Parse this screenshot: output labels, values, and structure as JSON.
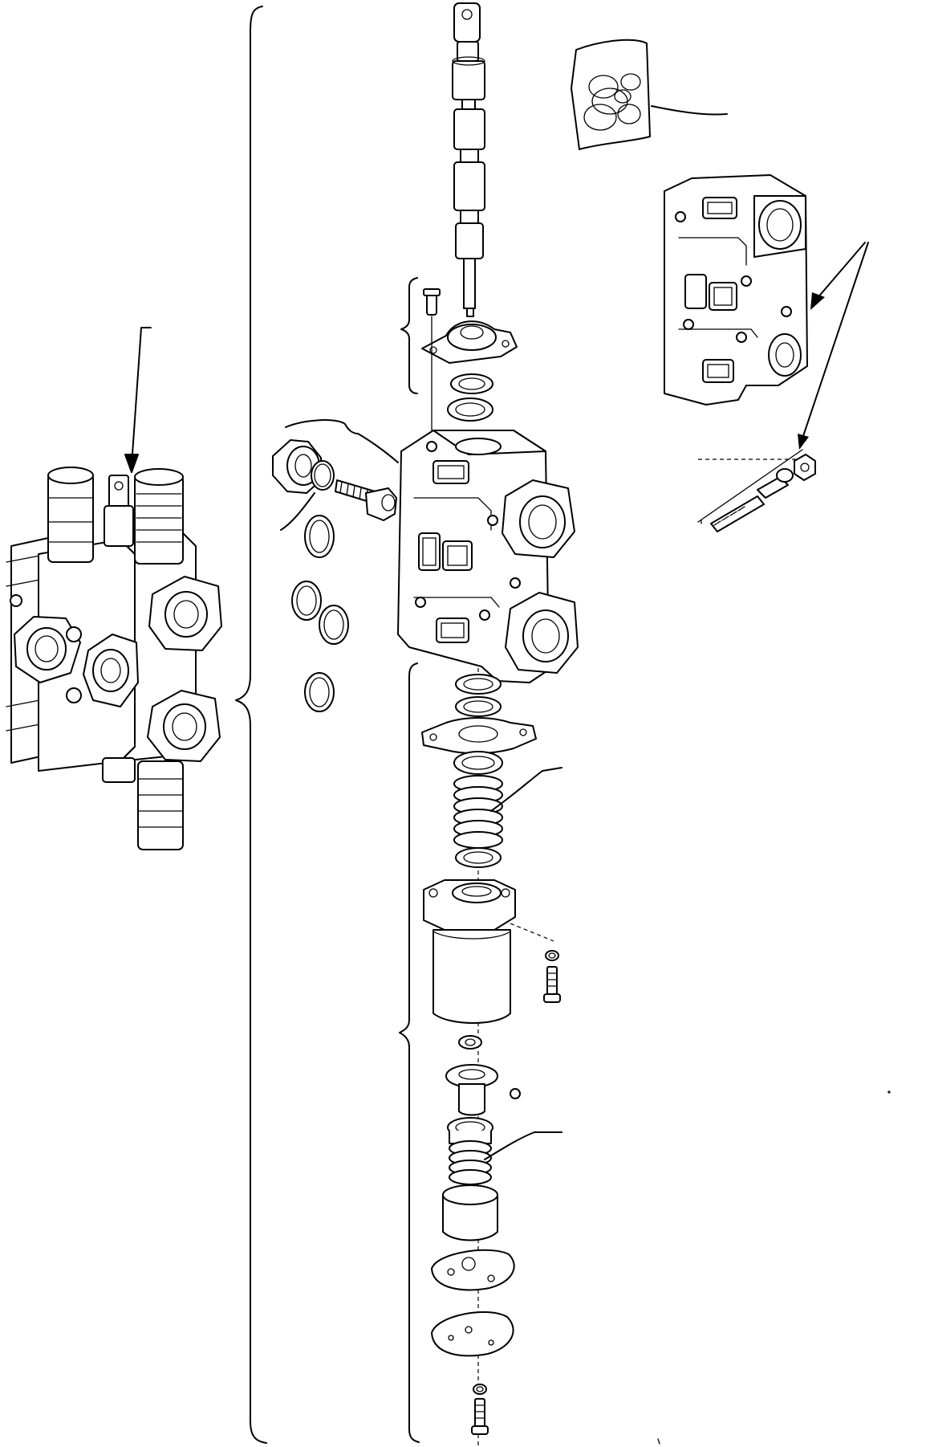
{
  "figure": {
    "type": "exploded-parts-diagram",
    "background": "#ffffff",
    "ink": "#000000",
    "text_labels": []
  },
  "parts": {
    "valve_assembly": "control-valve-assembly",
    "spool": "spool",
    "seal_kit": "seal-kit",
    "valve_section": "valve-section",
    "tie_rod": "tie-rod-kit",
    "relief_plug": "relief-valve-plug",
    "o_rings": "o-rings",
    "upper_seal_group": "upper-seal-group",
    "centering_spring_group": "centering-spring-group",
    "spring_cap": "spring-cap",
    "detent_group": "detent-group"
  }
}
